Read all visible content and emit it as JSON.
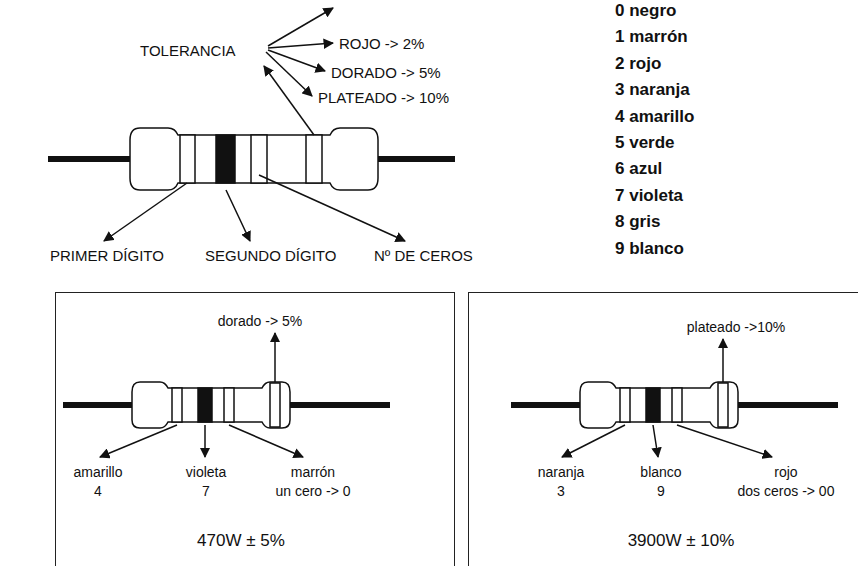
{
  "diagram": {
    "nodes": [
      {
        "text": [
          "dorado -> 5%",
          "amarillo",
          "4",
          "violeta",
          "7",
          "marrón",
          "un cero -> 0",
          "470W ± 5%"
        ]
      },
      {
        "text": [
          "plateado ->10%",
          "naranja",
          "3",
          "blanco",
          "9",
          "rojo",
          "dos ceros -> 00",
          "3900W ± 10%"
        ]
      }
    ],
    "labels": [
      "TOLERANCIA",
      "ROJO -> 2%",
      "DORADO -> 5%",
      "PLATEADO -> 10%",
      "0 negro",
      "1 marrón",
      "2 rojo",
      "3 naranja",
      "4 amarillo",
      "5 verde",
      "6 azul",
      "7 violeta",
      "8 gris",
      "9 blanco",
      "PRIMER DÍGITO",
      "SEGUNDO DÍGITO",
      "Nº DE CEROS"
    ]
  }
}
